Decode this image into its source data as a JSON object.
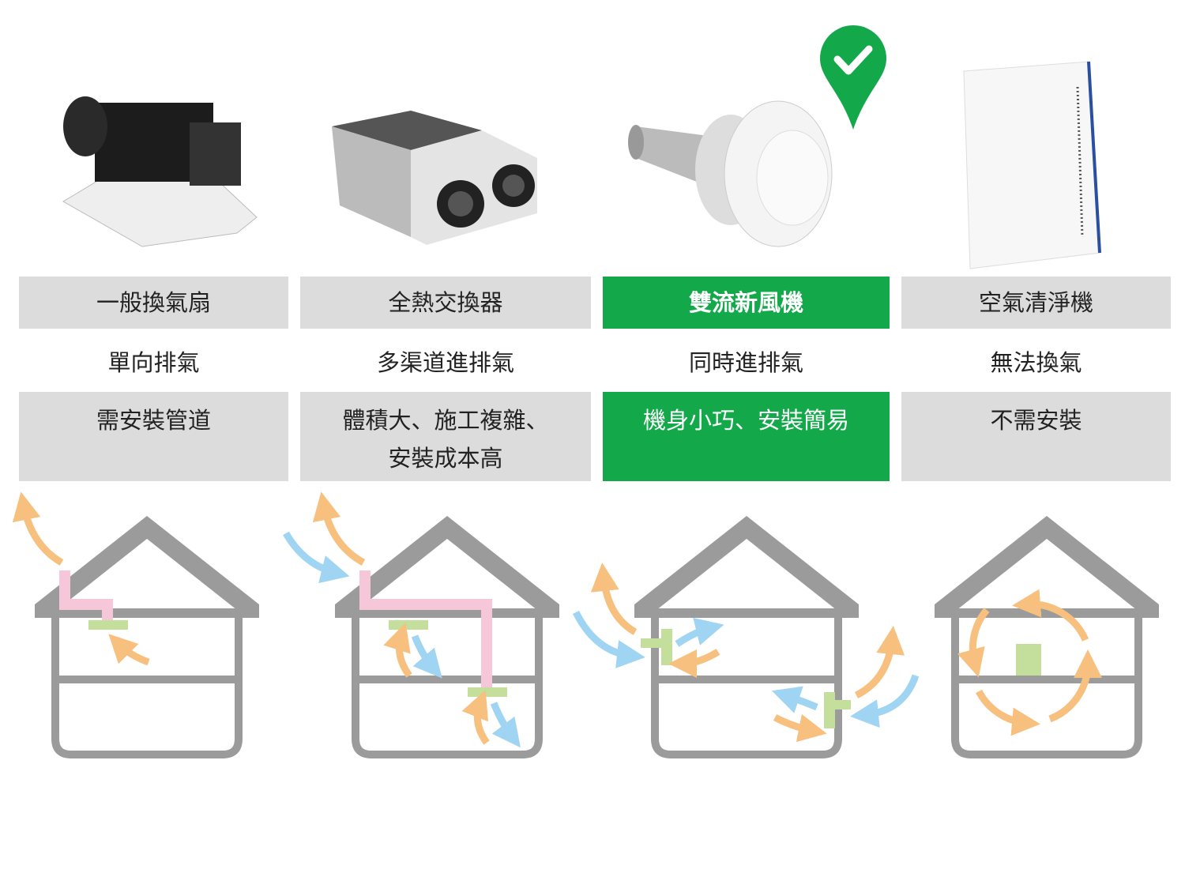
{
  "products": [
    {
      "name": "一般換氣扇",
      "flow": "單向排氣",
      "install": "需安裝管道",
      "highlight": false
    },
    {
      "name": "全熱交換器",
      "flow": "多渠道進排氣",
      "install": "體積大、施工複雜、安裝成本高",
      "highlight": false
    },
    {
      "name": "雙流新風機",
      "flow": "同時進排氣",
      "install": "機身小巧、安裝簡易",
      "highlight": true
    },
    {
      "name": "空氣清淨機",
      "flow": "無法換氣",
      "install": "不需安裝",
      "highlight": false
    }
  ],
  "colors": {
    "highlight": "#13a94a",
    "cell": "#dcdcdc",
    "house": "#9b9b9b",
    "exhaust": "#f7c07f",
    "intake": "#9fd4f2",
    "duct": "#f6c6d9",
    "unit": "#c4df9b"
  },
  "icons": [
    "check-pin-icon"
  ]
}
